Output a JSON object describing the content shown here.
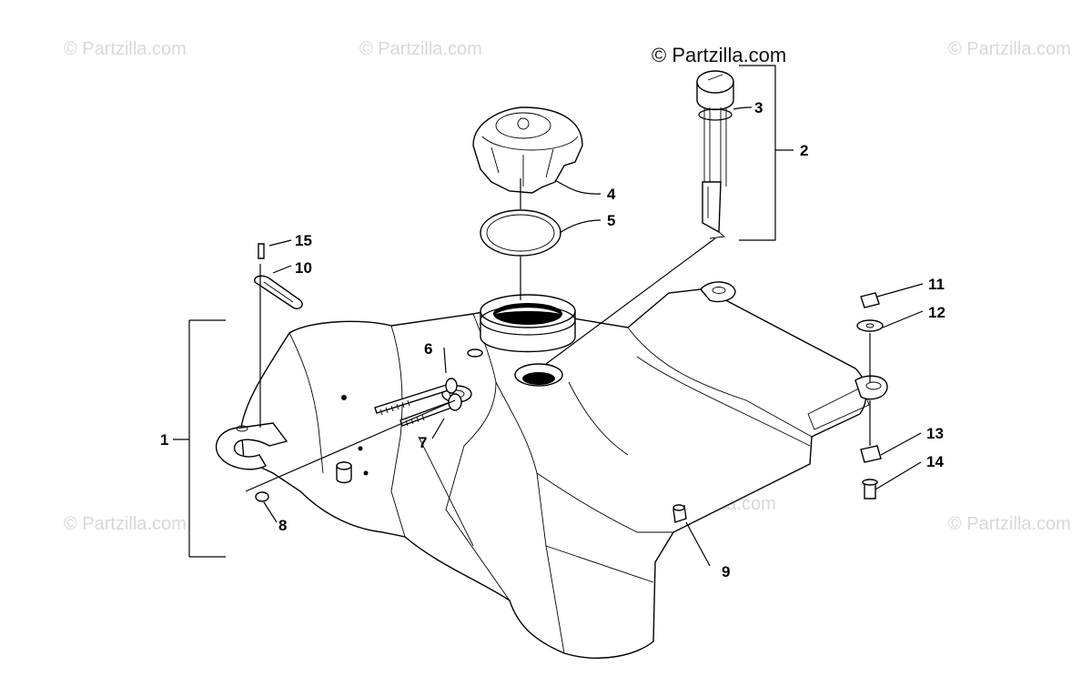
{
  "watermark": "© Partzilla.com",
  "brand": "© Partzilla.com",
  "callouts": [
    "1",
    "2",
    "3",
    "4",
    "5",
    "6",
    "7",
    "8",
    "9",
    "10",
    "11",
    "12",
    "13",
    "14",
    "15"
  ]
}
